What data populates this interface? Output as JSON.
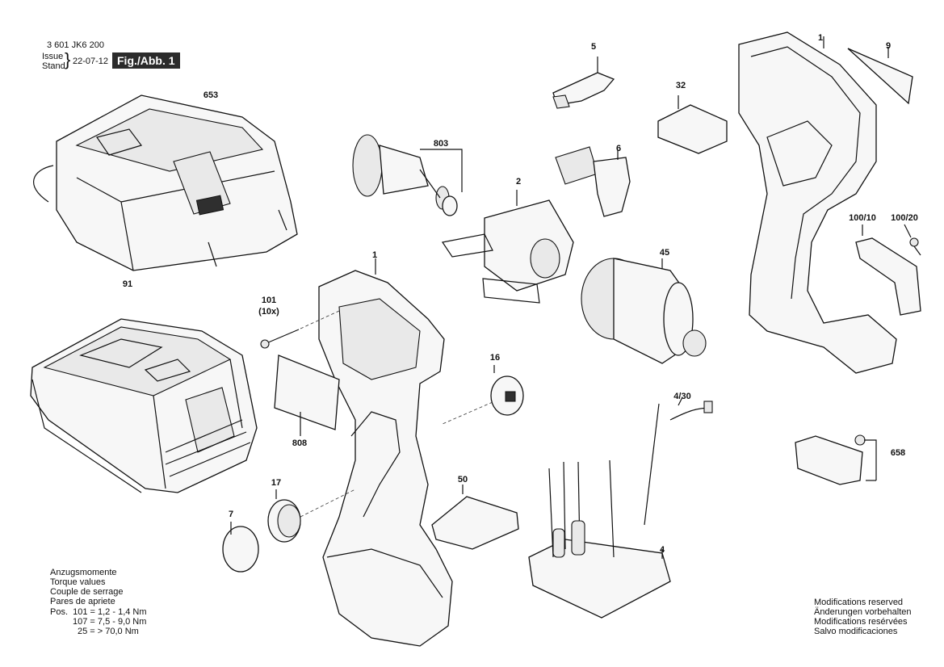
{
  "header": {
    "part_number": "3 601 JK6 200",
    "issue_label": "Issue",
    "stand_label": "Stand",
    "date": "22-07-12",
    "figure_label": "Fig./Abb. 1"
  },
  "callouts": {
    "c653": "653",
    "c91": "91",
    "c803": "803",
    "c2": "2",
    "c5": "5",
    "c32": "32",
    "c6": "6",
    "c1_top": "1",
    "c9": "9",
    "c1_mid": "1",
    "c101": "101",
    "c101_qty": "(10x)",
    "c45": "45",
    "c100_10": "100/10",
    "c100_20": "100/20",
    "c16": "16",
    "c808": "808",
    "c4_30": "4/30",
    "c658": "658",
    "c7": "7",
    "c17": "17",
    "c50": "50",
    "c4": "4"
  },
  "torque": {
    "title_de": "Anzugsmomente",
    "title_en": "Torque values",
    "title_fr": "Couple de serrage",
    "title_es": "Pares de apriete",
    "line1": "Pos.  101 = 1,2 - 1,4 Nm",
    "line2": "107 = 7,5 - 9,0 Nm",
    "line3": "25 = > 70,0 Nm"
  },
  "modifications": {
    "en": "Modifications reserved",
    "de": "Änderungen vorbehalten",
    "fr": "Modifications resérvées",
    "es": "Salvo modificaciones"
  }
}
